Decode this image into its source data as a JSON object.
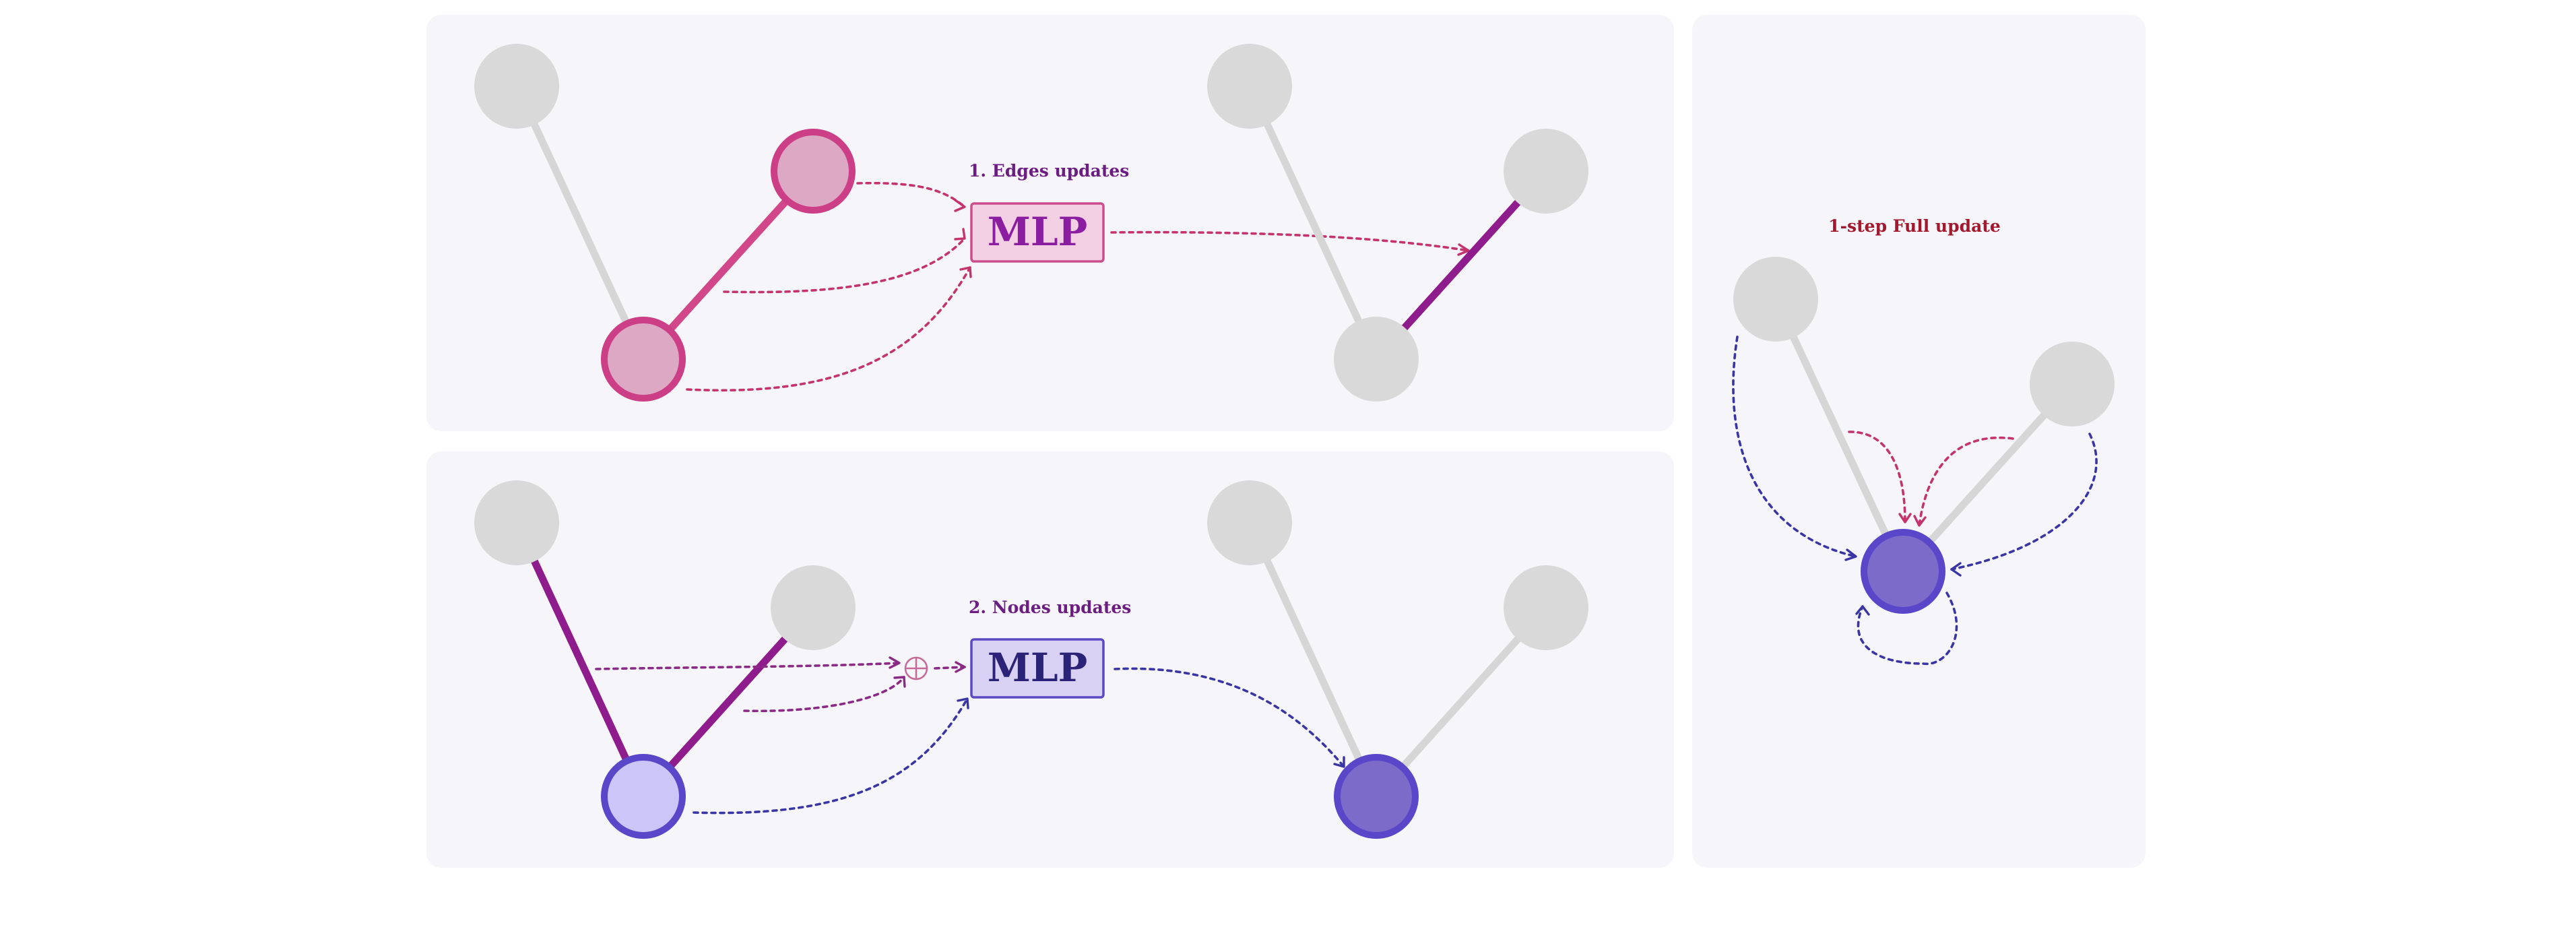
{
  "diagram": {
    "edge_update": {
      "title": "1. Edges updates",
      "title_color": "#6b1d82",
      "mlp_label": "MLP",
      "mlp_color": "#8b1ea0"
    },
    "node_update": {
      "title": "2. Nodes updates",
      "title_color": "#6b1d82",
      "mlp_label": "MLP",
      "mlp_color": "#2a2377"
    },
    "full_update": {
      "title": "1-step Full update",
      "title_color": "#a5172c"
    },
    "colors": {
      "edge_highlight": "#d1478a",
      "edge_updated": "#8e1c8c",
      "node_highlight": "#5946c9",
      "node_updated": "#7c6bc9",
      "inactive": "#d9d9d9"
    }
  }
}
